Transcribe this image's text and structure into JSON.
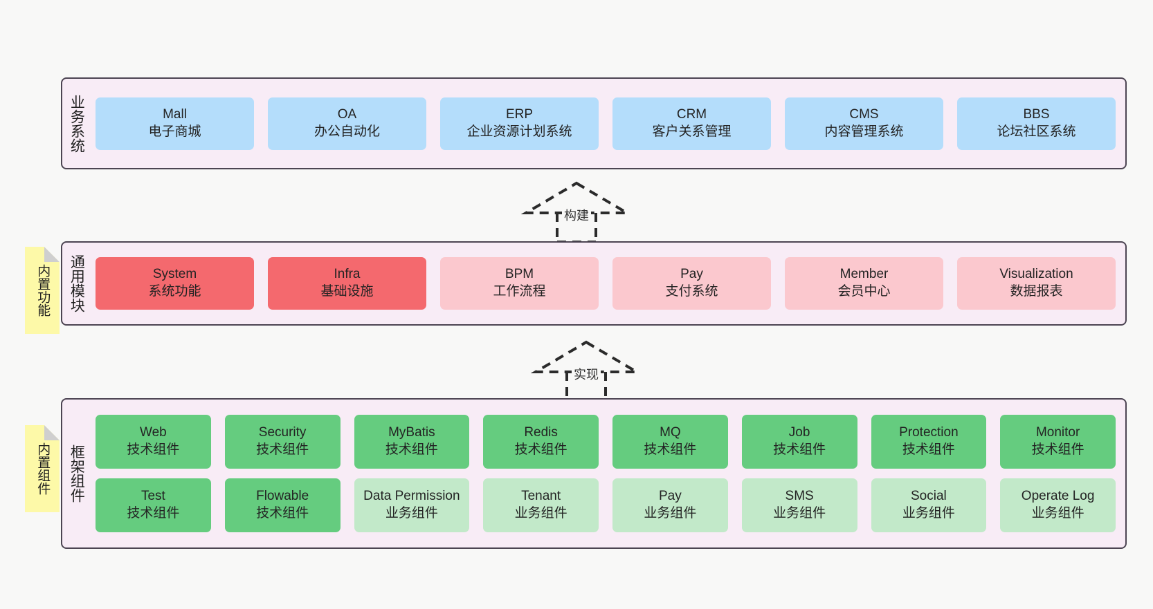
{
  "diagram": {
    "background_color": "#f8f8f7",
    "panel_color": "#f8ecf6",
    "panel_border_color": "#4c4452",
    "note_color": "#fdf9a8"
  },
  "layers": [
    {
      "id": "business-system",
      "title": "业务系统",
      "note": null,
      "rows": [
        {
          "style": "blue",
          "color": "#b4ddfb",
          "cells": [
            {
              "name": "Mall",
              "desc": "电子商城"
            },
            {
              "name": "OA",
              "desc": "办公自动化"
            },
            {
              "name": "ERP",
              "desc": "企业资源计划系统"
            },
            {
              "name": "CRM",
              "desc": "客户关系管理"
            },
            {
              "name": "CMS",
              "desc": "内容管理系统"
            },
            {
              "name": "BBS",
              "desc": "论坛社区系统"
            }
          ]
        }
      ]
    },
    {
      "id": "common-module",
      "title": "通用模块",
      "note": "内置功能",
      "rows": [
        {
          "style": "mixed",
          "cells": [
            {
              "name": "System",
              "desc": "系统功能",
              "color": "#f4696e",
              "style": "red"
            },
            {
              "name": "Infra",
              "desc": "基础设施",
              "color": "#f4696e",
              "style": "red"
            },
            {
              "name": "BPM",
              "desc": "工作流程",
              "color": "#fbc8ce",
              "style": "pink"
            },
            {
              "name": "Pay",
              "desc": "支付系统",
              "color": "#fbc8ce",
              "style": "pink"
            },
            {
              "name": "Member",
              "desc": "会员中心",
              "color": "#fbc8ce",
              "style": "pink"
            },
            {
              "name": "Visualization",
              "desc": "数据报表",
              "color": "#fbc8ce",
              "style": "pink"
            }
          ]
        }
      ]
    },
    {
      "id": "framework-component",
      "title": "框架组件",
      "note": "内置组件",
      "rows": [
        {
          "style": "green",
          "color": "#65cc7f",
          "cells": [
            {
              "name": "Web",
              "desc": "技术组件"
            },
            {
              "name": "Security",
              "desc": "技术组件"
            },
            {
              "name": "MyBatis",
              "desc": "技术组件"
            },
            {
              "name": "Redis",
              "desc": "技术组件"
            },
            {
              "name": "MQ",
              "desc": "技术组件"
            },
            {
              "name": "Job",
              "desc": "技术组件"
            },
            {
              "name": "Protection",
              "desc": "技术组件"
            },
            {
              "name": "Monitor",
              "desc": "技术组件"
            }
          ]
        },
        {
          "style": "mixed2",
          "cells": [
            {
              "name": "Test",
              "desc": "技术组件",
              "color": "#65cc7f",
              "style": "green"
            },
            {
              "name": "Flowable",
              "desc": "技术组件",
              "color": "#65cc7f",
              "style": "green"
            },
            {
              "name": "Data Permission",
              "desc": "业务组件",
              "color": "#c2e9c9",
              "style": "greenlight"
            },
            {
              "name": "Tenant",
              "desc": "业务组件",
              "color": "#c2e9c9",
              "style": "greenlight"
            },
            {
              "name": "Pay",
              "desc": "业务组件",
              "color": "#c2e9c9",
              "style": "greenlight"
            },
            {
              "name": "SMS",
              "desc": "业务组件",
              "color": "#c2e9c9",
              "style": "greenlight"
            },
            {
              "name": "Social",
              "desc": "业务组件",
              "color": "#c2e9c9",
              "style": "greenlight"
            },
            {
              "name": "Operate Log",
              "desc": "业务组件",
              "color": "#c2e9c9",
              "style": "greenlight"
            }
          ]
        }
      ]
    }
  ],
  "connectors": [
    {
      "id": "build",
      "label": "构建",
      "from": "common-module",
      "to": "business-system",
      "style": "dashed-generalization"
    },
    {
      "id": "implement",
      "label": "实现",
      "from": "framework-component",
      "to": "common-module",
      "style": "dashed-generalization"
    }
  ]
}
